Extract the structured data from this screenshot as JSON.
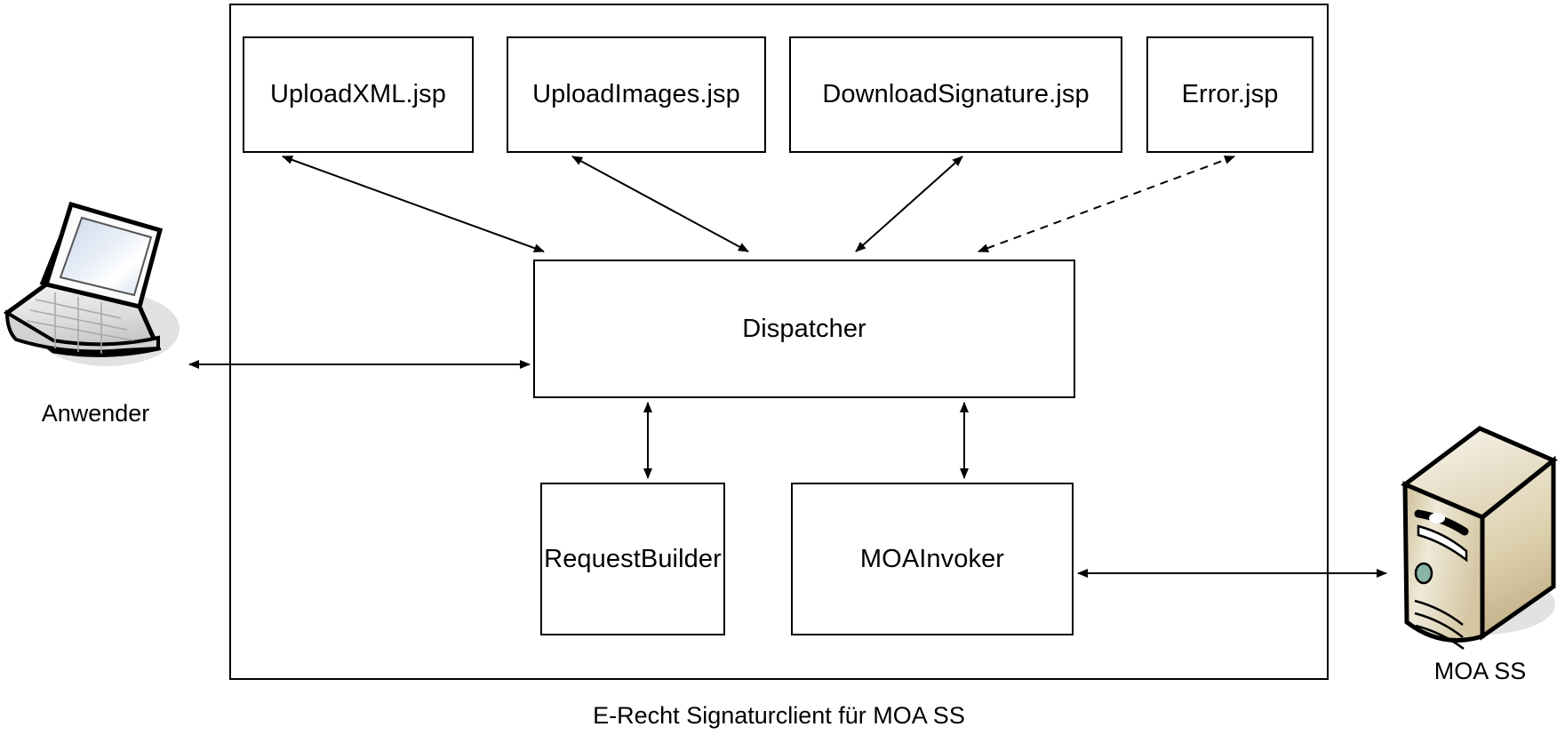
{
  "diagram": {
    "caption": "E-Recht Signaturclient für MOA SS",
    "container": {
      "label": ""
    },
    "jsp_nodes": [
      {
        "id": "upload-xml",
        "label": "UploadXML.jsp"
      },
      {
        "id": "upload-images",
        "label": "UploadImages.jsp"
      },
      {
        "id": "download-signature",
        "label": "DownloadSignature.jsp"
      },
      {
        "id": "error",
        "label": "Error.jsp"
      }
    ],
    "core_nodes": [
      {
        "id": "dispatcher",
        "label": "Dispatcher"
      },
      {
        "id": "request-builder",
        "label": "RequestBuilder"
      },
      {
        "id": "moa-invoker",
        "label": "MOAInvoker"
      }
    ],
    "actors": [
      {
        "id": "anwender",
        "label": "Anwender",
        "icon": "laptop-icon"
      },
      {
        "id": "moa-ss",
        "label": "MOA SS",
        "icon": "server-icon"
      }
    ],
    "connections": [
      {
        "from": "upload-xml",
        "to": "dispatcher",
        "style": "solid",
        "arrows": "both"
      },
      {
        "from": "upload-images",
        "to": "dispatcher",
        "style": "solid",
        "arrows": "both"
      },
      {
        "from": "download-signature",
        "to": "dispatcher",
        "style": "solid",
        "arrows": "both"
      },
      {
        "from": "error",
        "to": "dispatcher",
        "style": "dashed",
        "arrows": "both"
      },
      {
        "from": "anwender",
        "to": "dispatcher",
        "style": "solid",
        "arrows": "both"
      },
      {
        "from": "dispatcher",
        "to": "request-builder",
        "style": "solid",
        "arrows": "both"
      },
      {
        "from": "dispatcher",
        "to": "moa-invoker",
        "style": "solid",
        "arrows": "both"
      },
      {
        "from": "moa-invoker",
        "to": "moa-ss",
        "style": "solid",
        "arrows": "both"
      }
    ],
    "colors": {
      "stroke": "#000000",
      "background": "#ffffff",
      "laptop_screen": "#dce6f2",
      "server_body": "#d8c9a3"
    }
  }
}
